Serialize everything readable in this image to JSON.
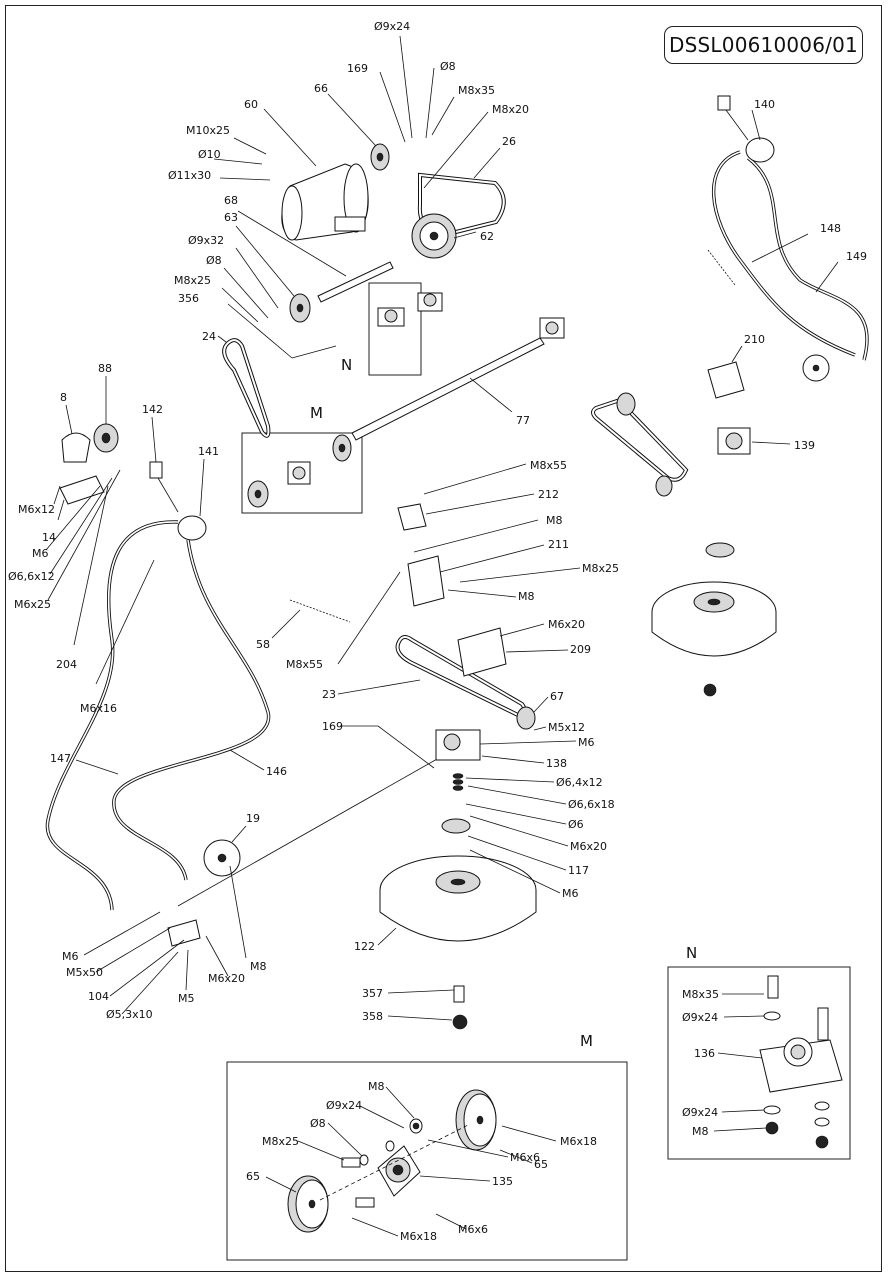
{
  "drawing_code": "DSSL00610006/01",
  "detail_labels": {
    "n_main": "N",
    "m_main": "M",
    "m_detail": "M",
    "n_detail": "N"
  },
  "labels": {
    "l9x24_top": "Ø9x24",
    "l8_top": "Ø8",
    "l169_top": "169",
    "m8x35_top": "M8x35",
    "m8x20": "M8x20",
    "l66": "66",
    "l60": "60",
    "m10x25": "M10x25",
    "l10": "Ø10",
    "l11x30": "Ø11x30",
    "l26": "26",
    "l68": "68",
    "l63": "63",
    "l62": "62",
    "l9x32": "Ø9x32",
    "l8_mid": "Ø8",
    "m8x25_mid": "M8x25",
    "l356": "356",
    "l24": "24",
    "l140": "140",
    "l148": "148",
    "l149": "149",
    "l210": "210",
    "l139": "139",
    "l88": "88",
    "l8": "8",
    "l142": "142",
    "l141": "141",
    "m6x12": "M6x12",
    "l14": "14",
    "m6_left": "M6",
    "l6_6x12": "Ø6,6x12",
    "m6x25": "M6x25",
    "l204": "204",
    "m6x16": "M6x16",
    "l77": "77",
    "m8x55_top": "M8x55",
    "l212": "212",
    "m8_a": "M8",
    "l211": "211",
    "m8x25_b": "M8x25",
    "m8_b": "M8",
    "l58": "58",
    "m8x55_b": "M8x55",
    "m6x20_a": "M6x20",
    "l209": "209",
    "l23": "23",
    "l67": "67",
    "l169_b": "169",
    "m5x12": "M5x12",
    "m6_b": "M6",
    "l138": "138",
    "l6_4x12": "Ø6,4x12",
    "l6_6x18": "Ø6,6x18",
    "l6": "Ø6",
    "m6x20_b": "M6x20",
    "l117": "117",
    "m6_c": "M6",
    "l147": "147",
    "l146": "146",
    "l19": "19",
    "m6_d": "M6",
    "m5x50": "M5x50",
    "l104": "104",
    "l5_3x10": "Ø5,3x10",
    "m5": "M5",
    "m6x20_c": "M6x20",
    "m8_c": "M8",
    "l122": "122",
    "l357": "357",
    "l358": "358",
    "n_m8x35": "M8x35",
    "n_9x24_a": "Ø9x24",
    "n_136": "136",
    "n_9x24_b": "Ø9x24",
    "n_m8": "M8",
    "d_m8": "M8",
    "d_9x24": "Ø9x24",
    "d_8": "Ø8",
    "d_m8x25": "M8x25",
    "d_m6x18_a": "M6x18",
    "d_65_a": "65",
    "d_m6x6_a": "M6x6",
    "d_135": "135",
    "d_65_b": "65",
    "d_m6x18_b": "M6x18",
    "d_m6x6_b": "M6x6"
  }
}
